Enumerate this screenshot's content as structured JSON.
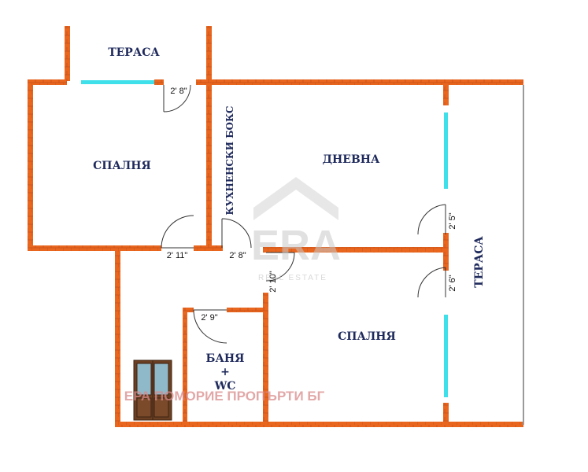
{
  "rooms": {
    "terrace_top": "ТЕРАСА",
    "bedroom_left": "СПАЛНЯ",
    "kitchen_box": "КУХНЕНСКИ БОКС",
    "living_room": "ДНЕВНА",
    "terrace_right": "ТЕРАСА",
    "bedroom_bottom": "СПАЛНЯ",
    "bath_line1": "БАНЯ",
    "bath_line2": "+",
    "bath_line3": "WC"
  },
  "dimensions": {
    "terrace_door": "2' 8\"",
    "bedroom_left_door": "2' 11\"",
    "kitchen_door": "2' 8\"",
    "bedroom_bottom_door": "2' 10\"",
    "bath_door": "2' 9\"",
    "living_terrace_door": "2' 5\"",
    "bedroom_terrace_door": "2' 6\""
  },
  "watermark": {
    "logo": "ERA",
    "sub": "REAL ESTATE",
    "agency": "ЕРА ПОМОРИЕ ПРОПЪРТИ БГ"
  },
  "colors": {
    "wall": "#e8661e",
    "window": "#3fe0ea",
    "label": "#1f2a5c",
    "watermark_text": "#d98a8a"
  }
}
